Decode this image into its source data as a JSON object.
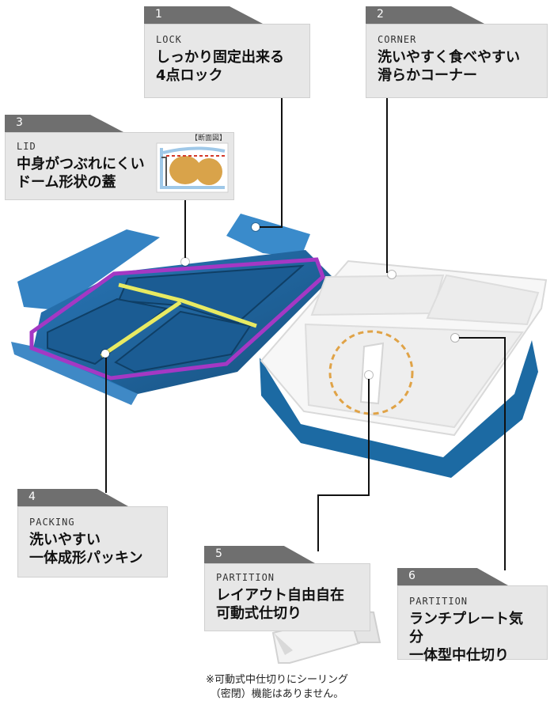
{
  "callouts": [
    {
      "number": "1",
      "category": "LOCK",
      "lines": [
        "しっかり固定出来る",
        "4点ロック"
      ]
    },
    {
      "number": "2",
      "category": "CORNER",
      "lines": [
        "洗いやすく食べやすい",
        "滑らかコーナー"
      ]
    },
    {
      "number": "3",
      "category": "LID",
      "lines": [
        "中身がつぶれにくい",
        "ドーム形状の蓋"
      ],
      "inset_label": "【断面図】"
    },
    {
      "number": "4",
      "category": "PACKING",
      "lines": [
        "洗いやすい",
        "一体成形パッキン"
      ]
    },
    {
      "number": "5",
      "category": "PARTITION",
      "lines": [
        "レイアウト自由自在",
        "可動式仕切り"
      ]
    },
    {
      "number": "6",
      "category": "PARTITION",
      "lines": [
        "ランチプレート気分",
        "一体型中仕切り"
      ]
    }
  ],
  "footnote": [
    "※可動式中仕切りにシーリング",
    "（密閉）機能はありません。"
  ],
  "colors": {
    "lid_blue": "#1f5f9a",
    "gasket_purple": "#a438c4",
    "gasket_yellow": "#e8ea62",
    "box_blue": "#1c6aa3",
    "tab_gray": "#6f6f6f",
    "panel_gray": "#e7e7e7"
  }
}
